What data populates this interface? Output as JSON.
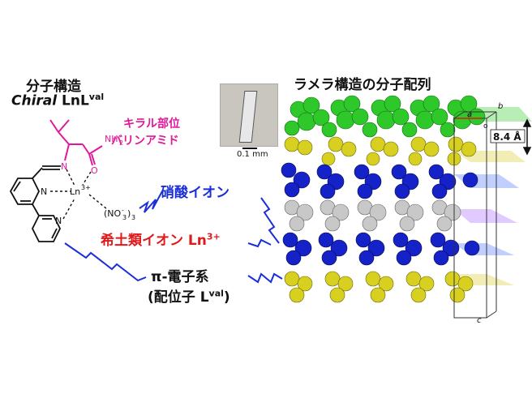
{
  "left_title": {
    "line1": "分子構造",
    "line2_italic": "Chiral",
    "line2_rest": " LnL",
    "line2_sup": "val"
  },
  "chiral_label": {
    "line1": "キラル部位",
    "line2": "バリンアミド"
  },
  "molecule": {
    "nh2": "NH",
    "nh2_sub": "2",
    "o": "O",
    "n_imine": "N",
    "n_py1": "N",
    "n_py2": "N",
    "ln": "Ln",
    "ln_sup": "3+",
    "no3": "(NO",
    "no3_sub": "3",
    "no3_sup": "-",
    "no3_close": ")",
    "no3_count": "3"
  },
  "crystal_photo": {
    "scale_label": "0.1 mm"
  },
  "right_title": "ラメラ構造の分子配列",
  "lattice": {
    "a": "a",
    "b": "b",
    "c": "c",
    "o": "o",
    "spacing": "8.4 Å"
  },
  "labels": {
    "nitrate": "硝酸イオン",
    "lanthanide": "希土類イオン Ln",
    "lanthanide_sup": "3+",
    "pi_line1": "π-電子系",
    "pi_line2_a": "(配位子 L",
    "pi_line2_sup": "val",
    "pi_line2_b": ")"
  },
  "colors": {
    "green": "#2ec82a",
    "yellow": "#d8d020",
    "blue": "#1422c8",
    "gray": "#c8c8c8",
    "purple": "#b27ae0",
    "magenta": "#e0199a",
    "red": "#e0191a"
  }
}
